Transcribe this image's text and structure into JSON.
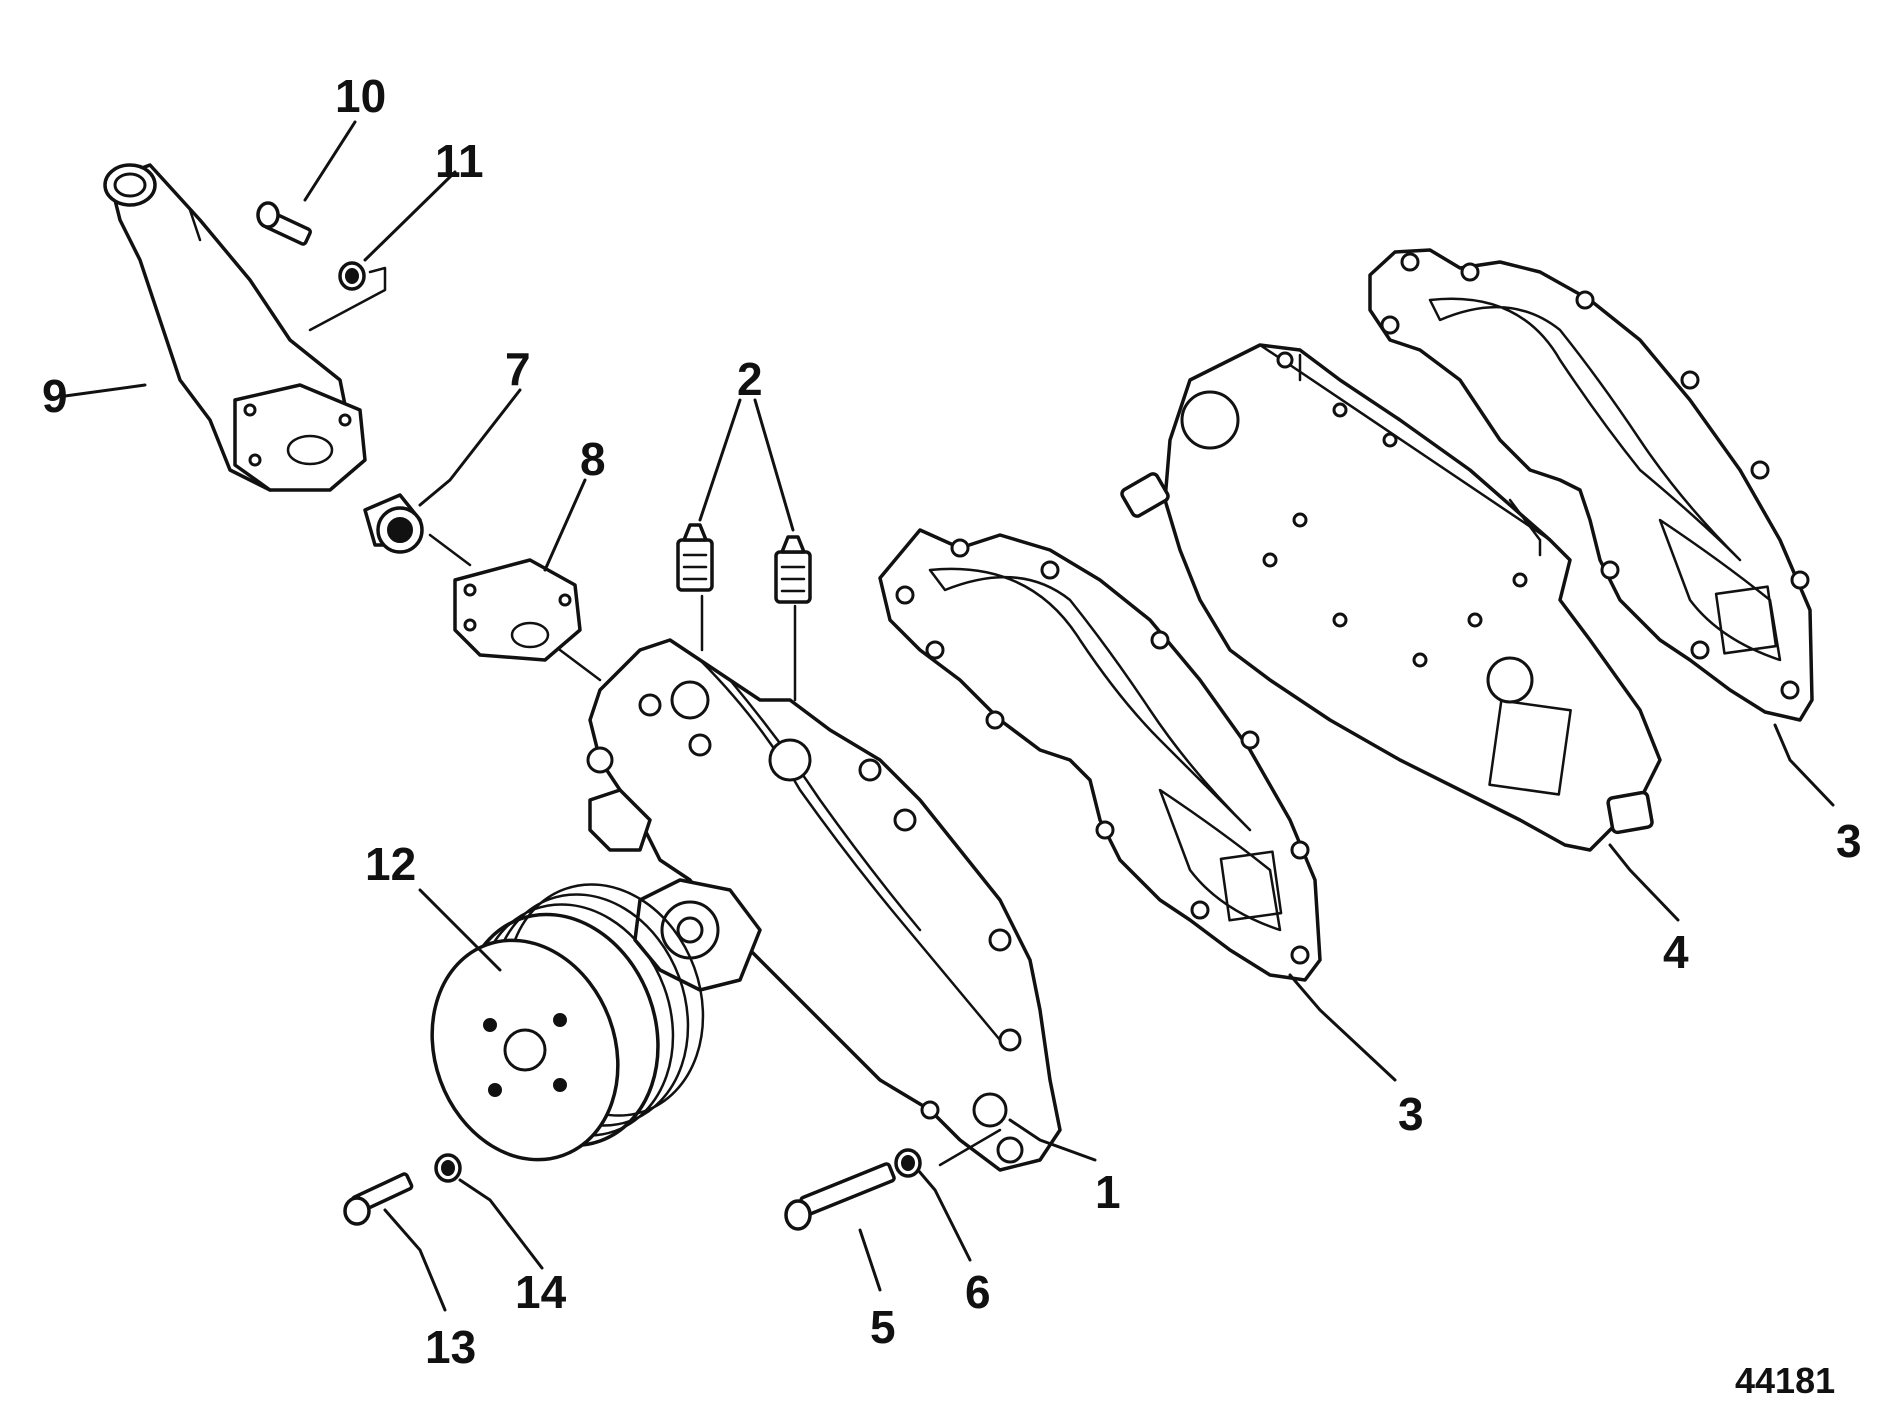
{
  "callouts": {
    "c1": "1",
    "c2": "2",
    "c3a": "3",
    "c3b": "3",
    "c4": "4",
    "c5": "5",
    "c6": "6",
    "c7": "7",
    "c8": "8",
    "c9": "9",
    "c10": "10",
    "c11": "11",
    "c12": "12",
    "c13": "13",
    "c14": "14"
  },
  "reference_number": "44181"
}
